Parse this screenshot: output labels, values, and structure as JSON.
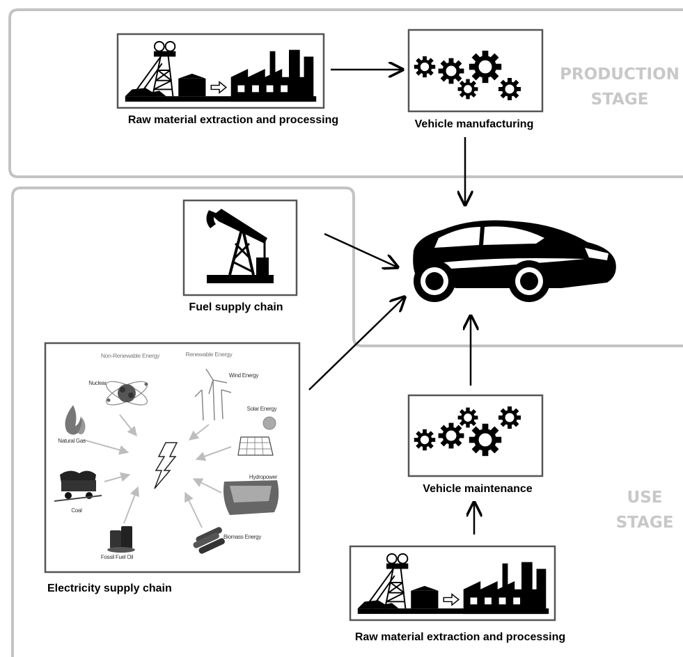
{
  "stages": {
    "production": [
      "PRODUCTION",
      "STAGE"
    ],
    "use": [
      "USE",
      "STAGE"
    ]
  },
  "nodes": {
    "raw_material_top": "Raw material extraction and processing",
    "vehicle_manufacturing": "Vehicle manufacturing",
    "fuel_supply_chain": "Fuel supply chain",
    "electricity_supply_chain": "Electricity supply chain",
    "vehicle_maintenance": "Vehicle  maintenance",
    "raw_material_bottom": "Raw material extraction and processing"
  },
  "energy_panel": {
    "non_renewable_heading": "Non-Renewable Energy",
    "renewable_heading": "Renewable Energy",
    "sources": {
      "nuclear": "Nuclear",
      "natural_gas": "Natural Gas",
      "coal": "Coal",
      "fossil_fuel_oil": "Fossil Fuel Oil",
      "wind": "Wind Energy",
      "solar": "Solar Energy",
      "hydropower": "Hydropower",
      "biomass": "Biomass Energy"
    }
  },
  "icons": {
    "mine": "mine-headframe-icon",
    "factory": "factory-icon",
    "gears": "gears-icon",
    "pump": "oil-pump-jack-icon",
    "car": "car-icon",
    "lightning": "lightning-bolt-icon"
  },
  "colors": {
    "region_border": "#c3c3c3",
    "box_border": "#555555",
    "stage_label": "#c8c8c8",
    "arrow": "#000000",
    "feed_arrow": "#bdbdbd"
  }
}
